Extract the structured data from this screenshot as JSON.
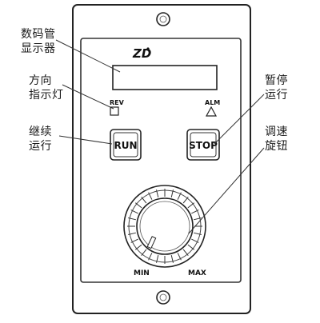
{
  "callouts": {
    "display_line1": "数码管",
    "display_line2": "显示器",
    "direction_line1": "方向",
    "direction_line2": "指示灯",
    "run_line1": "继续",
    "run_line2": "运行",
    "stop_line1": "暂停",
    "stop_line2": "运行",
    "knob_line1": "调速",
    "knob_line2": "旋钮"
  },
  "panel": {
    "logo_text": "ZD",
    "rev_label": "REV",
    "alm_label": "ALM",
    "run_label": "RUN",
    "stop_label": "STOP",
    "min_label": "MIN",
    "max_label": "MAX"
  }
}
